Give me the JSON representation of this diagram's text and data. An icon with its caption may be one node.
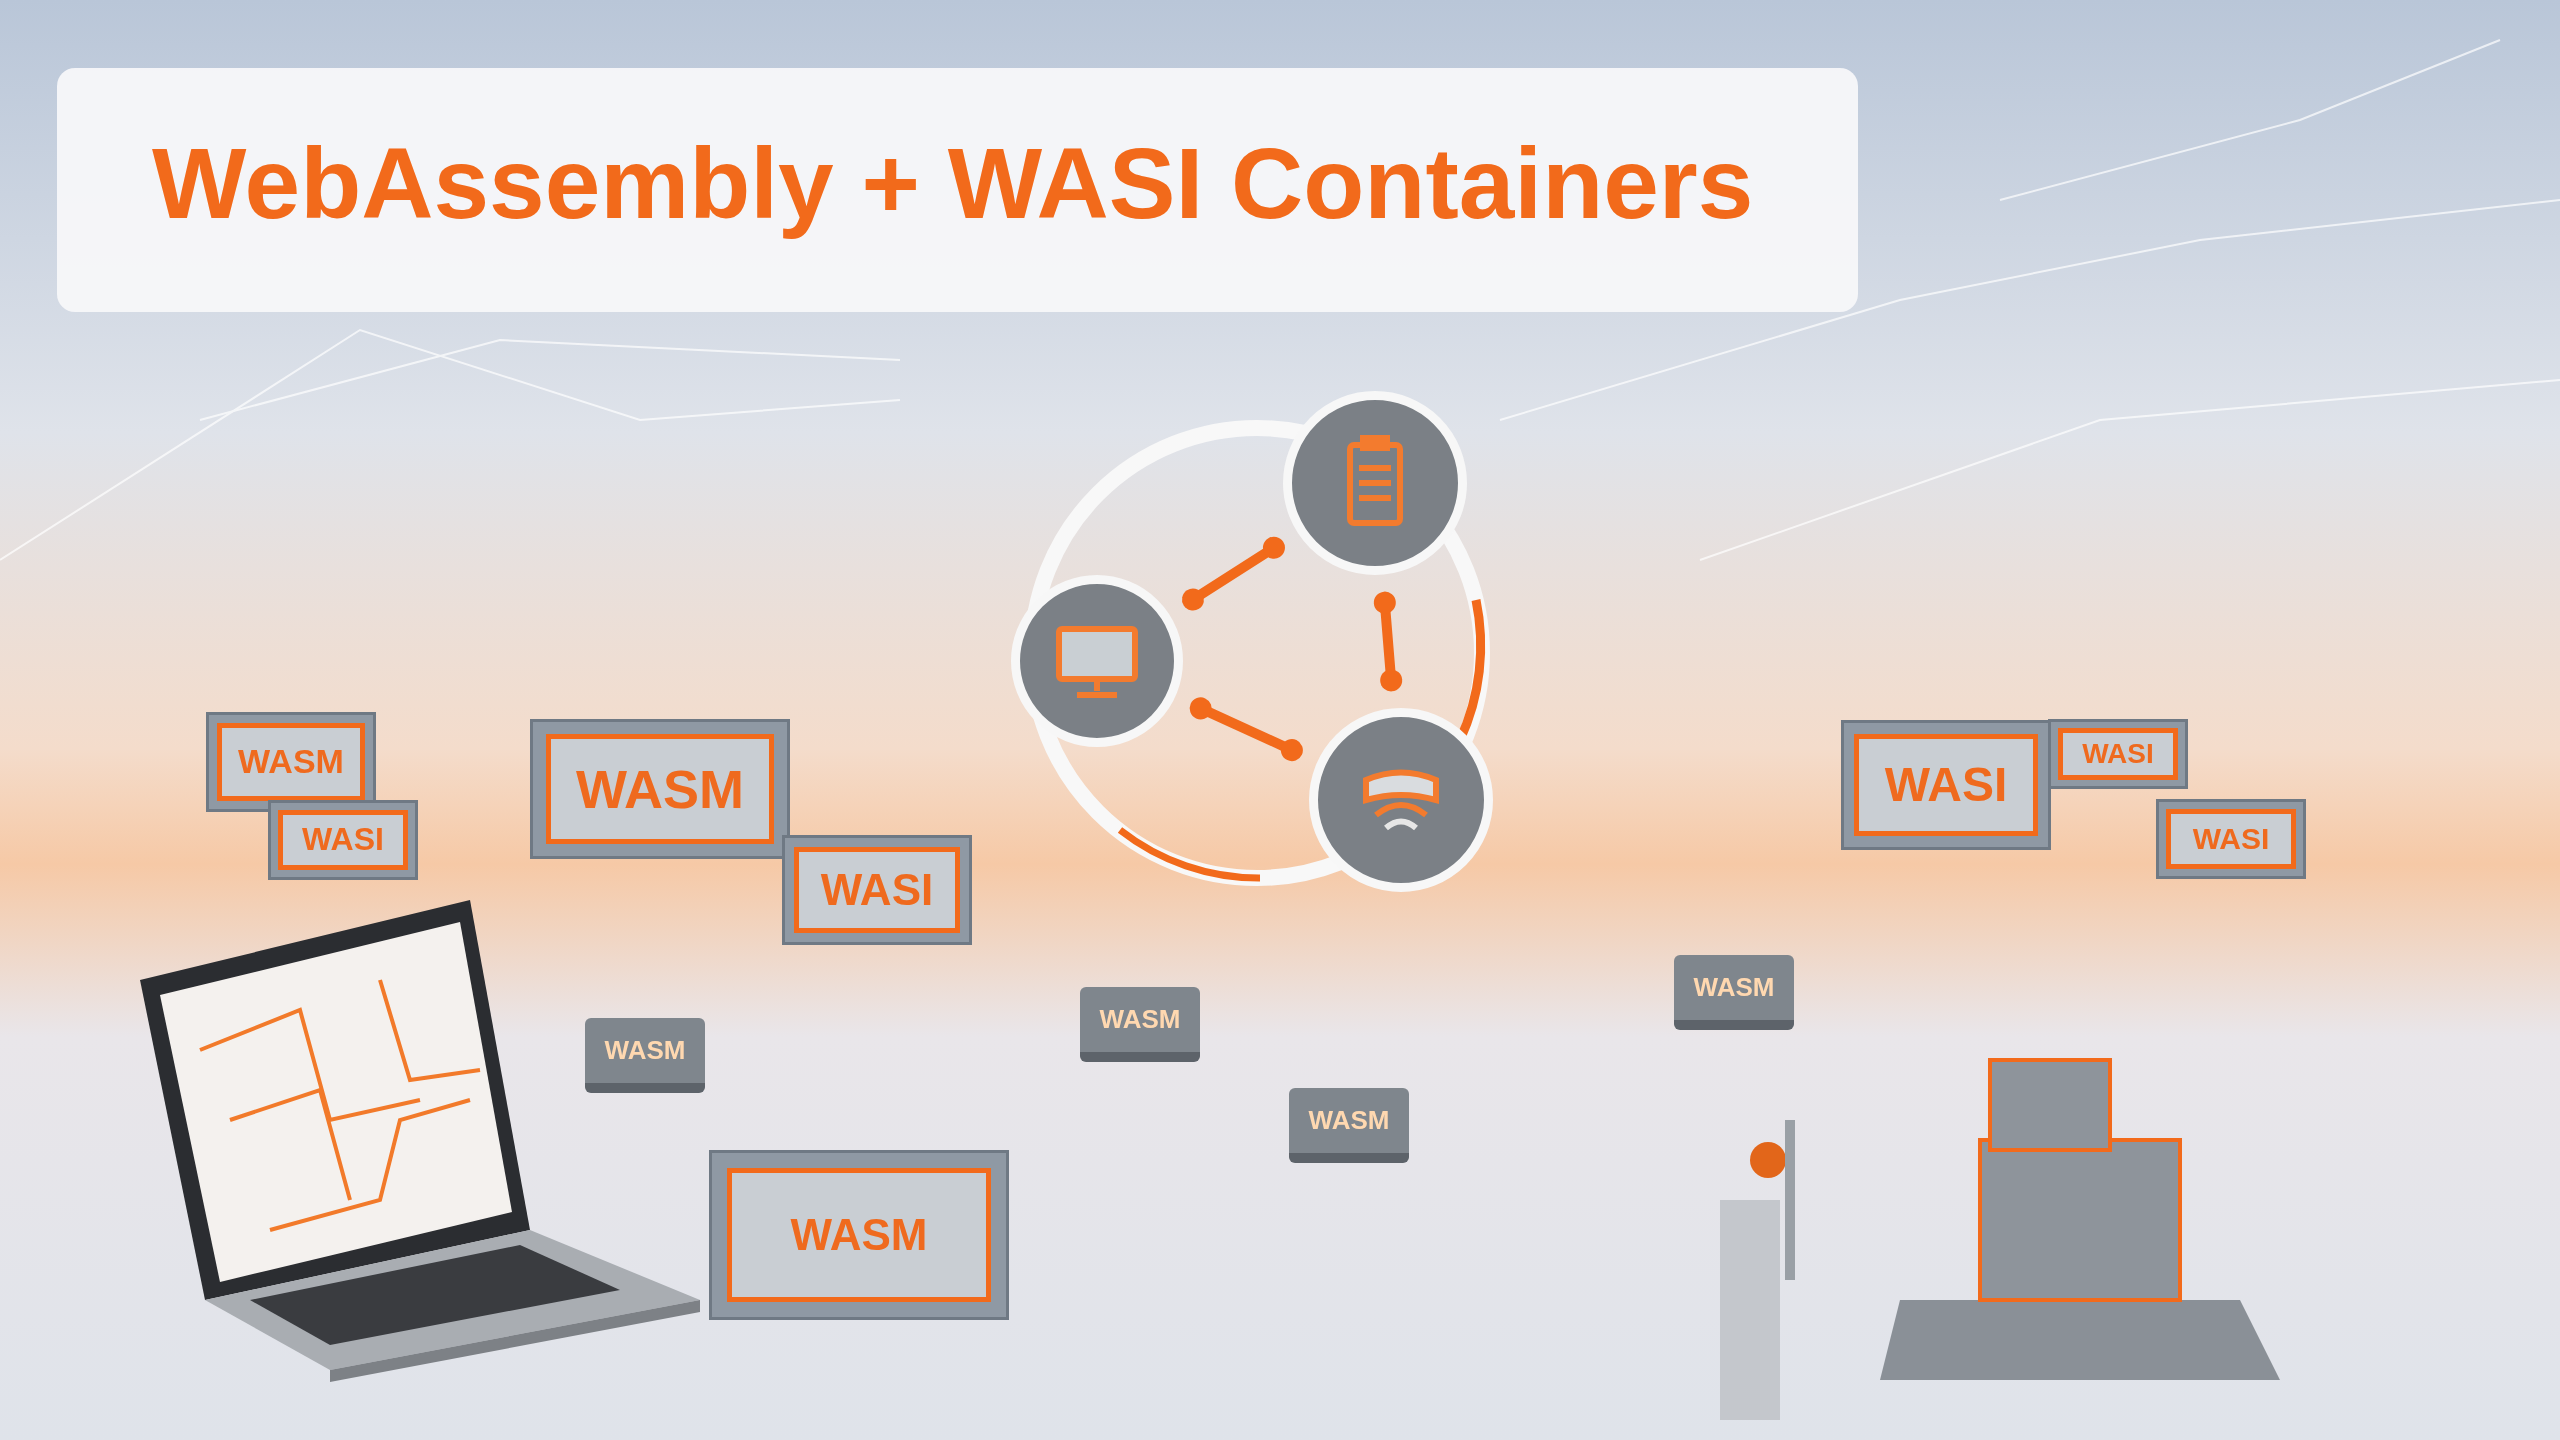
{
  "diagram": {
    "title": "WebAssembly + WASI Containers",
    "nodes": [
      {
        "text": [],
        "shape": "circle"
      },
      {
        "text": [],
        "shape": "circle"
      },
      {
        "text": [],
        "shape": "circle"
      }
    ],
    "edges": [
      {
        "from": 1,
        "to": 0,
        "arrow": "other"
      },
      {
        "from": 0,
        "to": 2,
        "arrow": "other"
      },
      {
        "from": 1,
        "to": 2,
        "arrow": "other"
      }
    ],
    "labels": [
      "WASI",
      "WASM",
      "WASI",
      "WASM",
      "WASI",
      "WASI",
      "WASI",
      "WASM",
      "WASM",
      "WASM",
      "WASM",
      "WASM"
    ]
  }
}
